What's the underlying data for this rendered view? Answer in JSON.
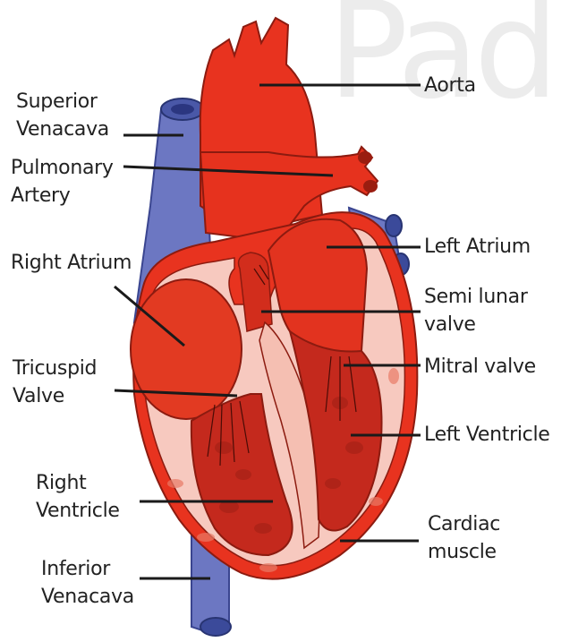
{
  "watermark": "Pad",
  "labels": {
    "aorta": [
      "Aorta"
    ],
    "superior_venacava": [
      "Superior",
      "Venacava"
    ],
    "pulmonary_artery": [
      "Pulmonary",
      "Artery"
    ],
    "left_atrium": [
      "Left Atrium"
    ],
    "right_atrium": [
      "Right Atrium"
    ],
    "semi_lunar_valve": [
      "Semi lunar",
      "valve"
    ],
    "mitral_valve": [
      "Mitral valve"
    ],
    "tricuspid_valve": [
      "Tricuspid",
      "Valve"
    ],
    "left_ventricle": [
      "Left Ventricle"
    ],
    "right_ventricle": [
      "Right",
      "Ventricle"
    ],
    "cardiac_muscle": [
      "Cardiac",
      "muscle"
    ],
    "inferior_venacava": [
      "Inferior",
      "Venacava"
    ]
  },
  "colors": {
    "vein": "#6c77c2",
    "artery": "#e8331f",
    "muscle_wall": "#f7c9bf",
    "chamber": "#c4291d",
    "leader": "#1a1a1a"
  }
}
